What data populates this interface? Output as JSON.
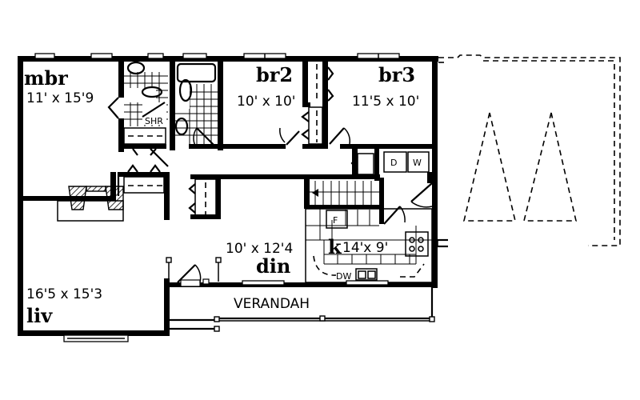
{
  "plan": {
    "colors": {
      "ink": "#000000",
      "paper": "#ffffff"
    },
    "rooms": {
      "mbr": {
        "name": "mbr",
        "dims": "11' x 15'9"
      },
      "br2": {
        "name": "br2",
        "dims": "10' x 10'"
      },
      "br3": {
        "name": "br3",
        "dims": "11'5 x 10'"
      },
      "liv": {
        "name": "liv",
        "dims": "16'5 x 15'3"
      },
      "din": {
        "name": "din",
        "dims": "10' x 12'4"
      },
      "kitchen": {
        "name": "k",
        "dims": "14'x 9'"
      },
      "verandah": {
        "name": "VERANDAH"
      }
    },
    "fixtures": {
      "shower": "SHR",
      "dryer": "D",
      "washer": "W",
      "fridge": "F",
      "dishwasher": "DW"
    },
    "icons": {
      "trees": "tree-outline-icon",
      "carport": "dashed-carport-outline",
      "fireplace": "hatched-fireplace"
    }
  }
}
